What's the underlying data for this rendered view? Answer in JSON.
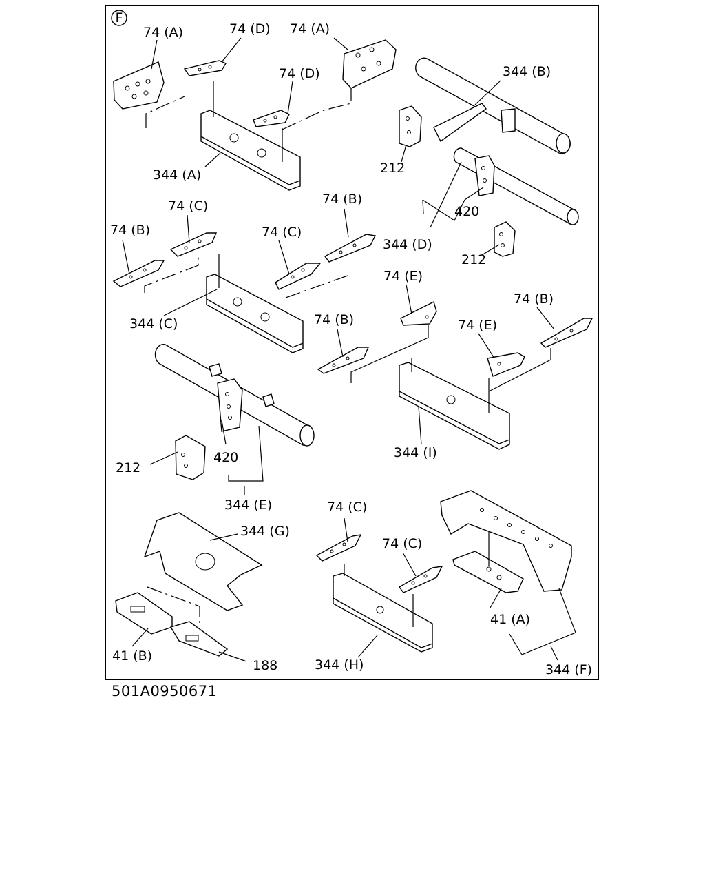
{
  "diagram": {
    "section_mark": "F",
    "drawing_code": "501A0950671",
    "callouts": {
      "a_74A_left": "74 (A)",
      "a_74D_top": "74 (D)",
      "a_74A_right": "74 (A)",
      "a_74D_mid": "74 (D)",
      "a_344A": "344 (A)",
      "b_344B": "344 (B)",
      "b_212_top": "212",
      "b_420_top": "420",
      "b_344D": "344 (D)",
      "b_212_mid": "212",
      "c_74C_top": "74 (C)",
      "c_74B_left": "74 (B)",
      "c_74C_mid": "74 (C)",
      "c_74B_right": "74 (B)",
      "c_344C": "344 (C)",
      "d_74E_top": "74 (E)",
      "d_74B_top": "74 (B)",
      "d_74B_left": "74 (B)",
      "d_74E_mid": "74 (E)",
      "d_344I": "344 (I)",
      "e_212": "212",
      "e_420": "420",
      "e_344E": "344 (E)",
      "g_344G": "344 (G)",
      "g_41B": "41 (B)",
      "g_188": "188",
      "h_74C_top": "74 (C)",
      "h_74C_mid": "74 (C)",
      "h_344H": "344 (H)",
      "f_41A": "41 (A)",
      "f_344F": "344 (F)"
    }
  }
}
